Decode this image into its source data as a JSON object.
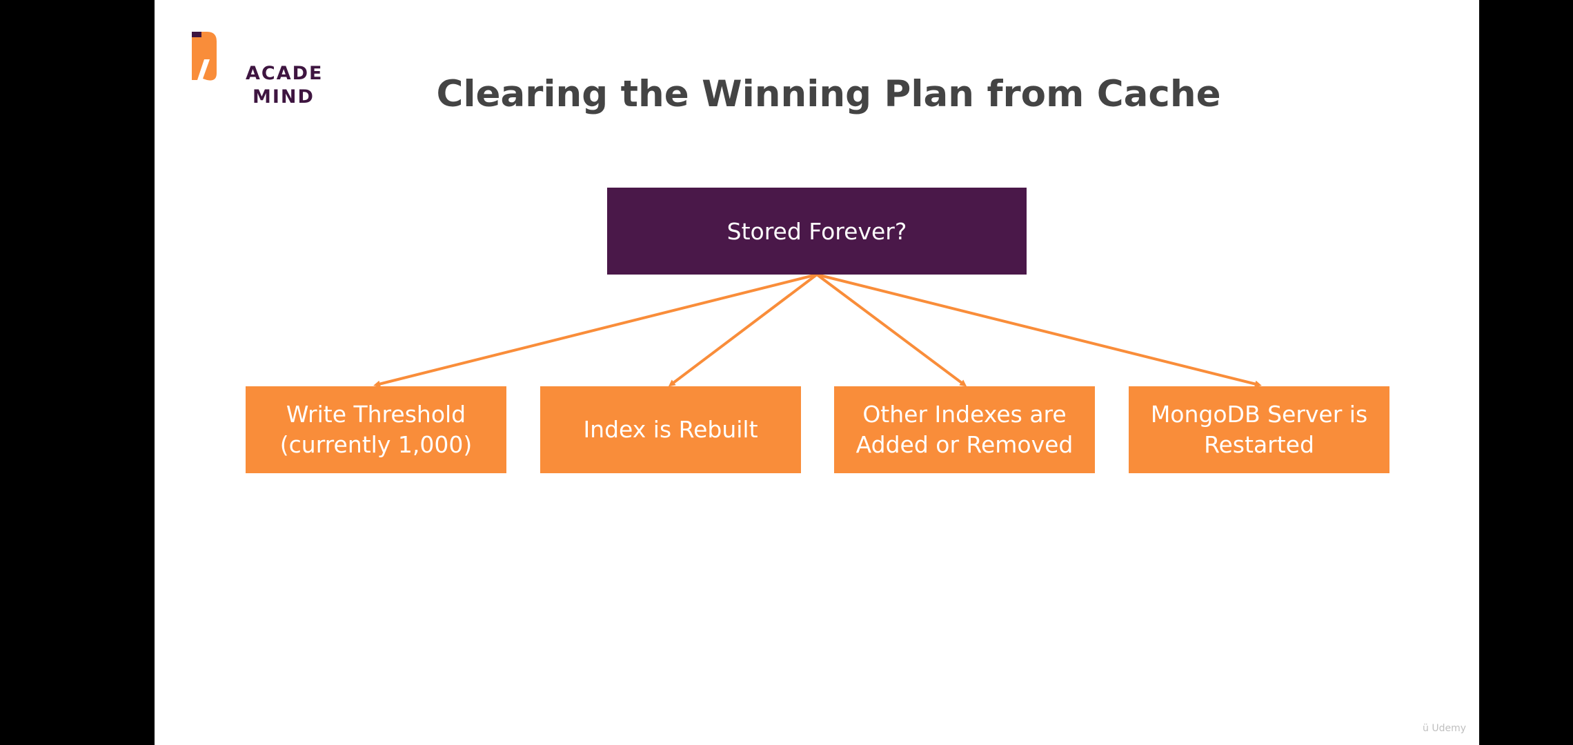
{
  "colors": {
    "background": "#000000",
    "slide": "#ffffff",
    "root_box": "#4a1849",
    "child_box": "#f98d3a",
    "connector": "#f98d3a",
    "title_text": "#444444",
    "logo_text": "#3e1540",
    "logo_mark": "#f98d3a"
  },
  "logo": {
    "icon": "academind-flag-icon",
    "line1": "ACADE",
    "line2": "MIND"
  },
  "slide": {
    "title": "Clearing the Winning Plan from Cache"
  },
  "diagram": {
    "root": {
      "label": "Stored Forever?"
    },
    "children": [
      {
        "line1": "Write Threshold",
        "line2": "(currently 1,000)"
      },
      {
        "line1": "Index is Rebuilt",
        "line2": ""
      },
      {
        "line1": "Other Indexes are",
        "line2": "Added or Removed"
      },
      {
        "line1": "MongoDB Server is",
        "line2": "Restarted"
      }
    ]
  },
  "watermark": {
    "icon": "udemy-logo-icon",
    "text": "Udemy"
  }
}
